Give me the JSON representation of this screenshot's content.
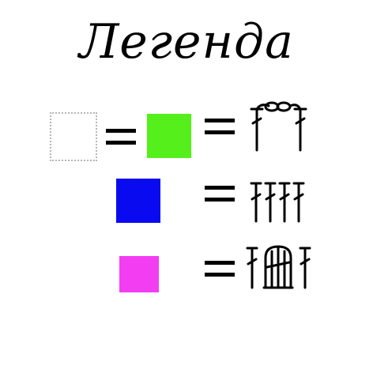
{
  "title": "Легенда",
  "colors": {
    "empty": "#ffffff",
    "green": "#55f01b",
    "blue": "#0a0af0",
    "magenta": "#f23df2"
  },
  "legend": [
    {
      "swatches": [
        "empty",
        "green"
      ],
      "symbol": "chain-arch-with-double-crochet-posts-icon"
    },
    {
      "swatches": [
        "blue"
      ],
      "symbol": "four-double-crochet-stitches-icon"
    },
    {
      "swatches": [
        "magenta"
      ],
      "symbol": "double-crochet-with-bobble-cluster-icon"
    }
  ]
}
